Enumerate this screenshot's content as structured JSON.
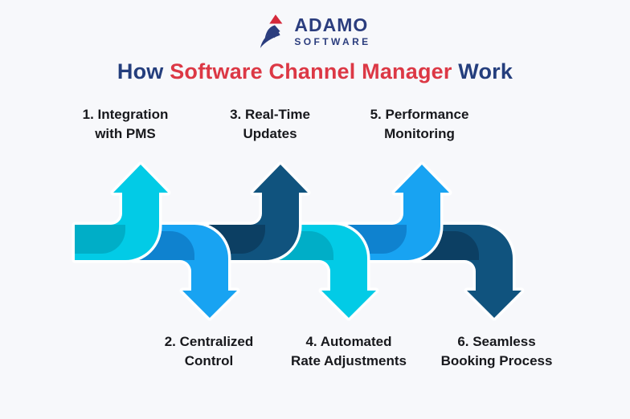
{
  "logo": {
    "name": "ADAMO",
    "sub": "SOFTWARE"
  },
  "title": {
    "prefix": "How ",
    "highlight": "Software Channel Manager",
    "suffix": " Work"
  },
  "steps": [
    {
      "line1": "1. Integration",
      "line2": "with PMS",
      "direction": "up",
      "color_family": "cyan"
    },
    {
      "line1": "2. Centralized",
      "line2": "Control",
      "direction": "down",
      "color_family": "blue"
    },
    {
      "line1": "3. Real-Time",
      "line2": "Updates",
      "direction": "up",
      "color_family": "navy"
    },
    {
      "line1": "4. Automated",
      "line2": "Rate Adjustments",
      "direction": "down",
      "color_family": "cyan"
    },
    {
      "line1": "5. Performance",
      "line2": "Monitoring",
      "direction": "up",
      "color_family": "blue"
    },
    {
      "line1": "6. Seamless",
      "line2": "Booking Process",
      "direction": "down",
      "color_family": "navy"
    }
  ],
  "colors": {
    "background": "#F7F8FB",
    "cyan": "#02CBE6",
    "cyan_fold": "#00AEC7",
    "blue": "#18A3F2",
    "blue_fold": "#0F82CF",
    "navy": "#10537E",
    "navy_fold": "#0C3F63",
    "outline": "#FFFFFF",
    "title_navy": "#243E7D",
    "title_red": "#DC3845",
    "logo_navy": "#2B3D7E",
    "logo_red": "#D5293B",
    "label_text": "#17181C"
  }
}
